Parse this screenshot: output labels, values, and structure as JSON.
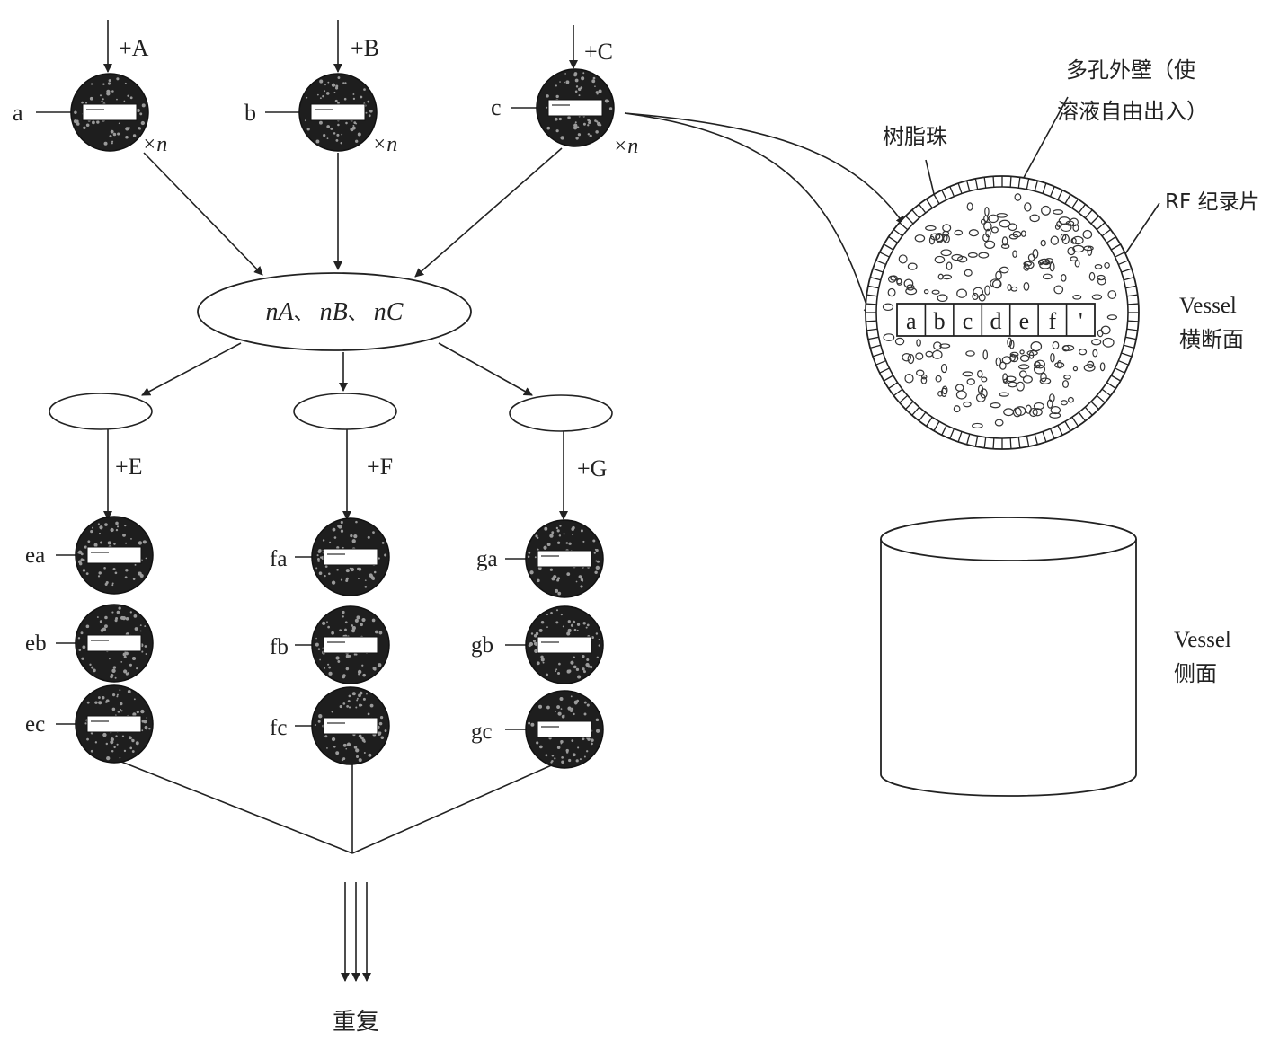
{
  "colors": {
    "ink": "#222222",
    "bead_fill": "#1e1e1e",
    "speckle": "#9a9a9a",
    "background": "#ffffff"
  },
  "icon_names": [
    "resin-bead-icon",
    "arrow-icon",
    "vessel-cross-section-icon",
    "vessel-side-view-icon"
  ],
  "top_beads": [
    {
      "id": "a",
      "label": "a",
      "reagent": "+A",
      "multiplier": "×n"
    },
    {
      "id": "b",
      "label": "b",
      "reagent": "+B",
      "multiplier": "×n"
    },
    {
      "id": "c",
      "label": "c",
      "reagent": "+C",
      "multiplier": "×n"
    }
  ],
  "mixture": {
    "parts": [
      "nA",
      "、 ",
      "nB",
      "、 ",
      "nC"
    ]
  },
  "split_columns": [
    {
      "id": "e",
      "reagent": "+E",
      "beads": [
        "ea",
        "eb",
        "ec"
      ]
    },
    {
      "id": "f",
      "reagent": "+F",
      "beads": [
        "fa",
        "fb",
        "fc"
      ]
    },
    {
      "id": "g",
      "reagent": "+G",
      "beads": [
        "ga",
        "gb",
        "gc"
      ]
    }
  ],
  "repeat_label": "重复",
  "vessel": {
    "porous_wall_label_line1": "多孔外壁（使",
    "porous_wall_label_line2": "溶液自由出入）",
    "resin_bead_label": "树脂珠",
    "rf_chip_label": "RF 纪录片",
    "rf_cells": [
      "a",
      "b",
      "c",
      "d",
      "e",
      "f",
      "'"
    ],
    "cross_section_label_line1": "Vessel",
    "cross_section_label_line2": "横断面",
    "side_label_line1": "Vessel",
    "side_label_line2": "侧面"
  }
}
